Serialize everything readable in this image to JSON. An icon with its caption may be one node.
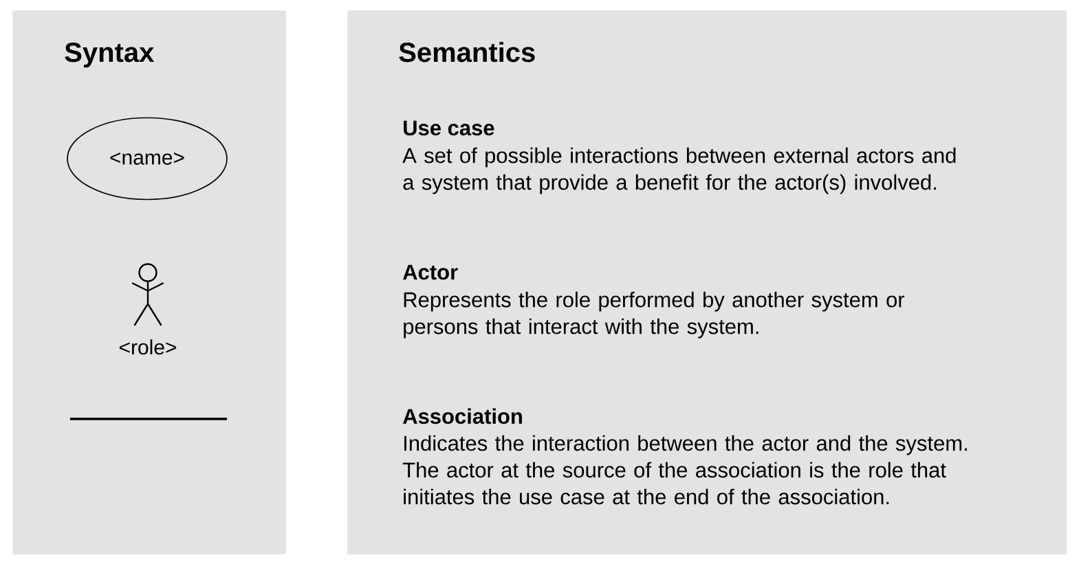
{
  "diagram": {
    "nodes": [
      {
        "text": [
          "Syntax"
        ]
      },
      {
        "text": [
          "Semantics"
        ]
      },
      {
        "text": [
          "<name>"
        ],
        "in": 0
      },
      {
        "text": [
          "<role>"
        ],
        "in": 0
      },
      {
        "text": [],
        "shape": "line",
        "in": 0
      }
    ],
    "labels": [
      "Use case",
      "A set of possible interactions between external actors and a system that provide a benefit for the actor(s) involved.",
      "Actor",
      "Represents the role performed by another system or persons that interact with the system.",
      "Association",
      "Indicates the interaction between the actor and the system. The actor at the source of the association is the role that initiates the use case at the end of the association."
    ]
  }
}
